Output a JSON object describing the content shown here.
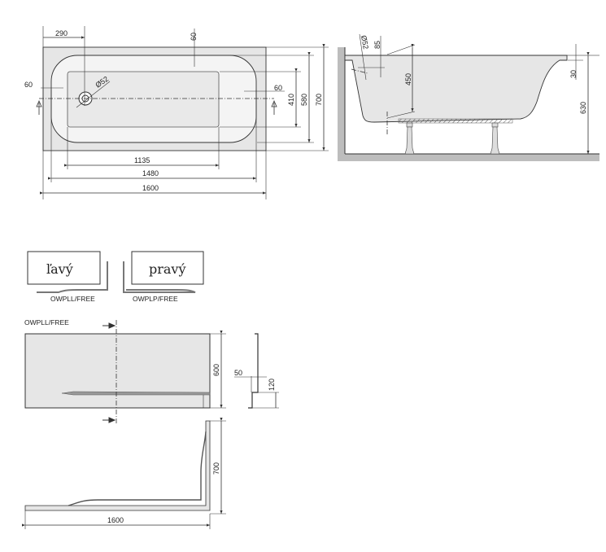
{
  "top_view": {
    "dims": {
      "d290": "290",
      "d60_top": "60",
      "d60_left": "60",
      "d60_right": "60",
      "d52": "Ø52",
      "d410": "410",
      "d580": "580",
      "d700": "700",
      "d1135": "1135",
      "d1480": "1480",
      "d1600": "1600"
    }
  },
  "side_view": {
    "dims": {
      "d52": "Ø52",
      "d85": "85",
      "d450": "450",
      "d30": "30",
      "d630": "630"
    }
  },
  "panels": {
    "left_label": "ľavý",
    "right_label": "pravý",
    "left_code": "OWPLL/FREE",
    "right_code": "OWPLP/FREE"
  },
  "panel_detail": {
    "title": "OWPLL/FREE",
    "dims": {
      "d600": "600",
      "d50": "50",
      "d120": "120",
      "d700": "700",
      "d1600": "1600"
    }
  },
  "colors": {
    "fill": "#e6e6e6",
    "wall": "#bdbdbd",
    "line": "#333333"
  }
}
